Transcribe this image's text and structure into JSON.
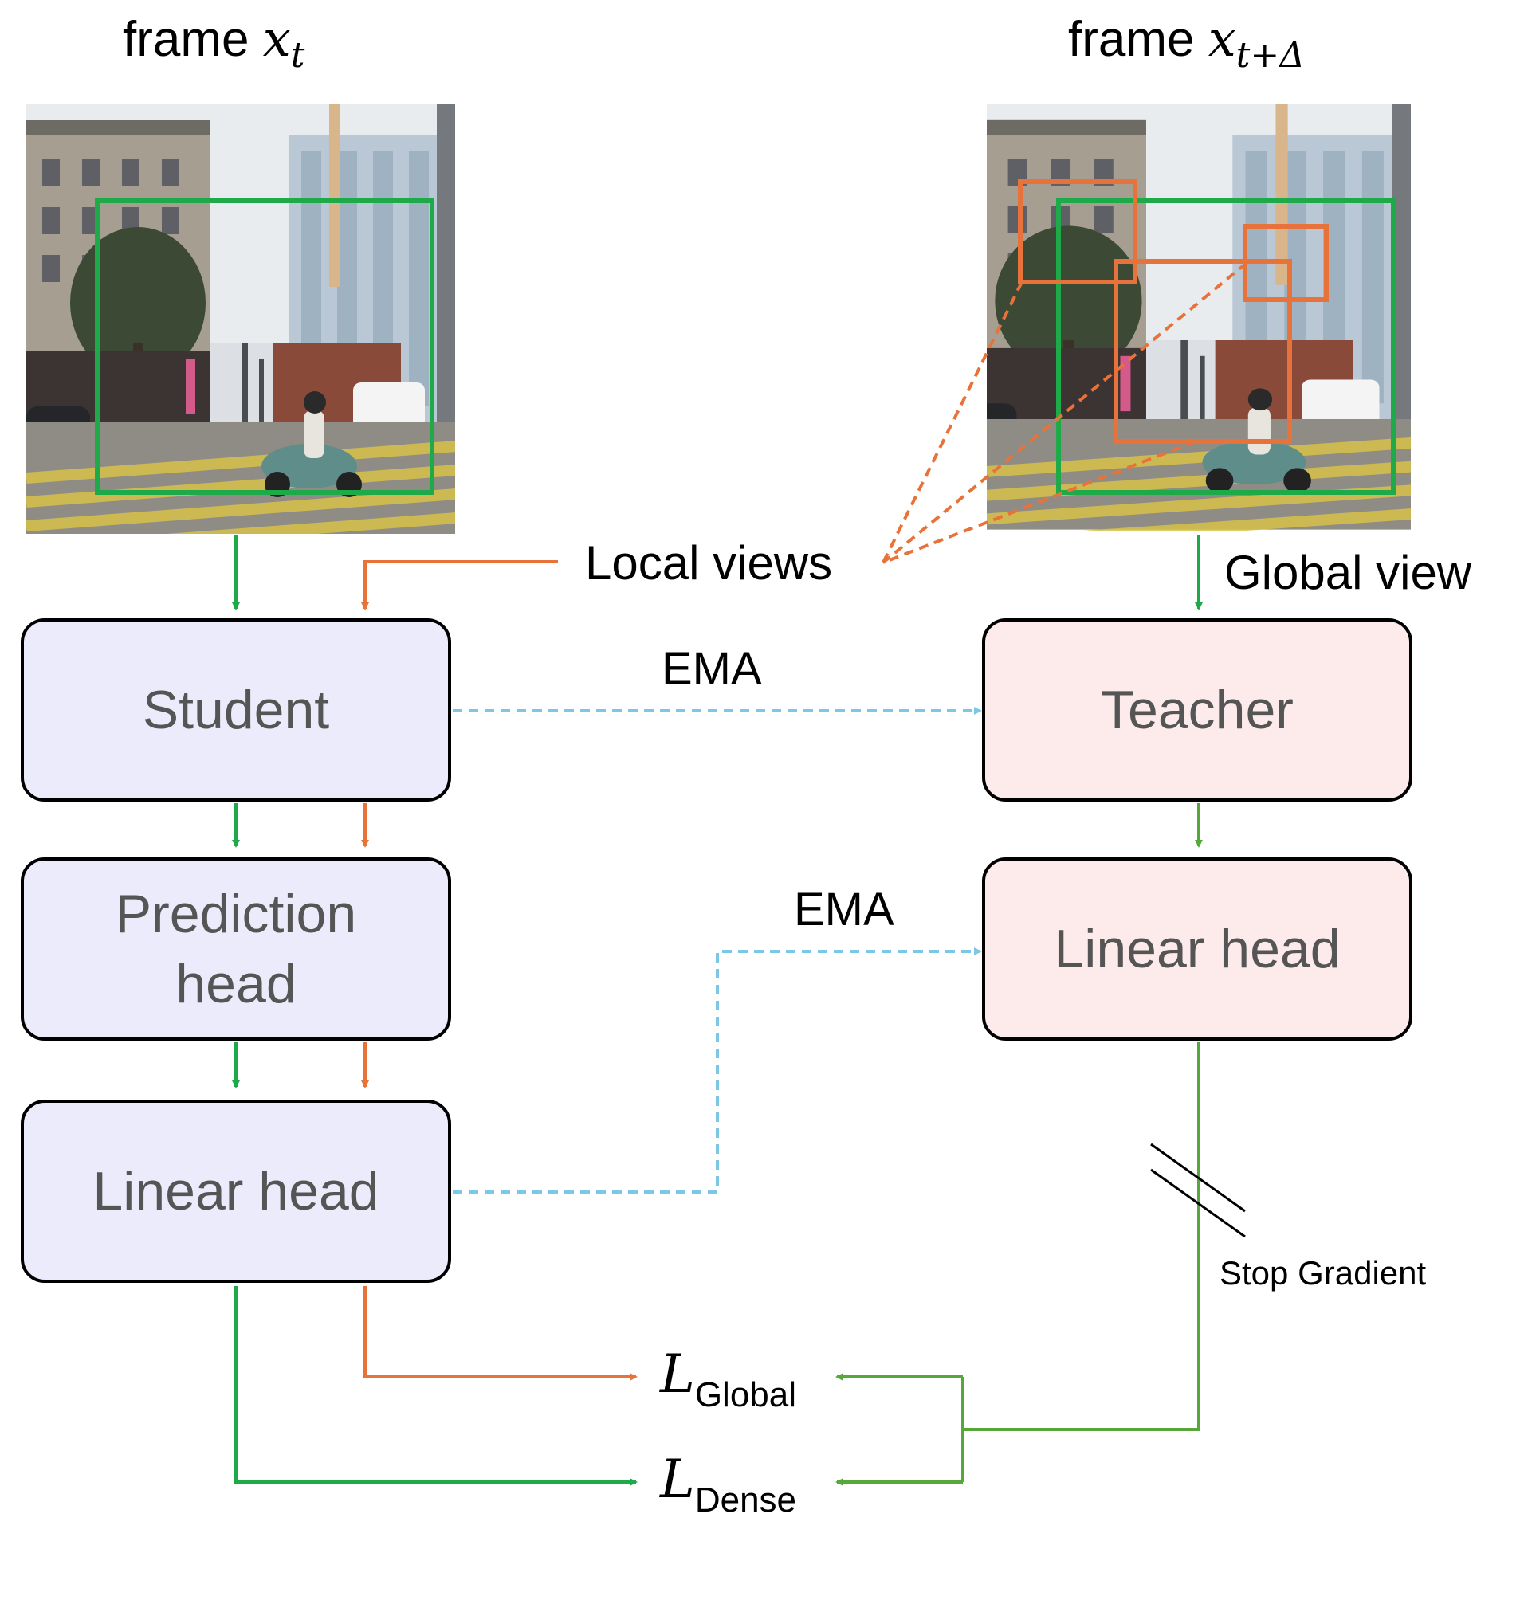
{
  "titles": {
    "left_prefix": "frame",
    "left_math": "x",
    "left_sub": "t",
    "right_prefix": "frame",
    "right_math": "x",
    "right_sub": "t+Δ"
  },
  "labels": {
    "local_views": "Local views",
    "global_view": "Global view",
    "ema_top": "EMA",
    "ema_bottom": "EMA",
    "stop_gradient": "Stop Gradient"
  },
  "boxes": {
    "student": "Student",
    "prediction_head_line1": "Prediction",
    "prediction_head_line2": "head",
    "student_linear_head": "Linear head",
    "teacher": "Teacher",
    "teacher_linear_head": "Linear head"
  },
  "losses": {
    "global_symbol": "L",
    "global_sub": "Global",
    "dense_symbol": "L",
    "dense_sub": "Dense"
  },
  "colors": {
    "green": "#1faa4a",
    "orange": "#e8733a",
    "light_green": "#56a83a",
    "ema_blue": "#7cc6e6",
    "student_fill": "#ebebfc",
    "teacher_fill": "#fdeaea"
  }
}
